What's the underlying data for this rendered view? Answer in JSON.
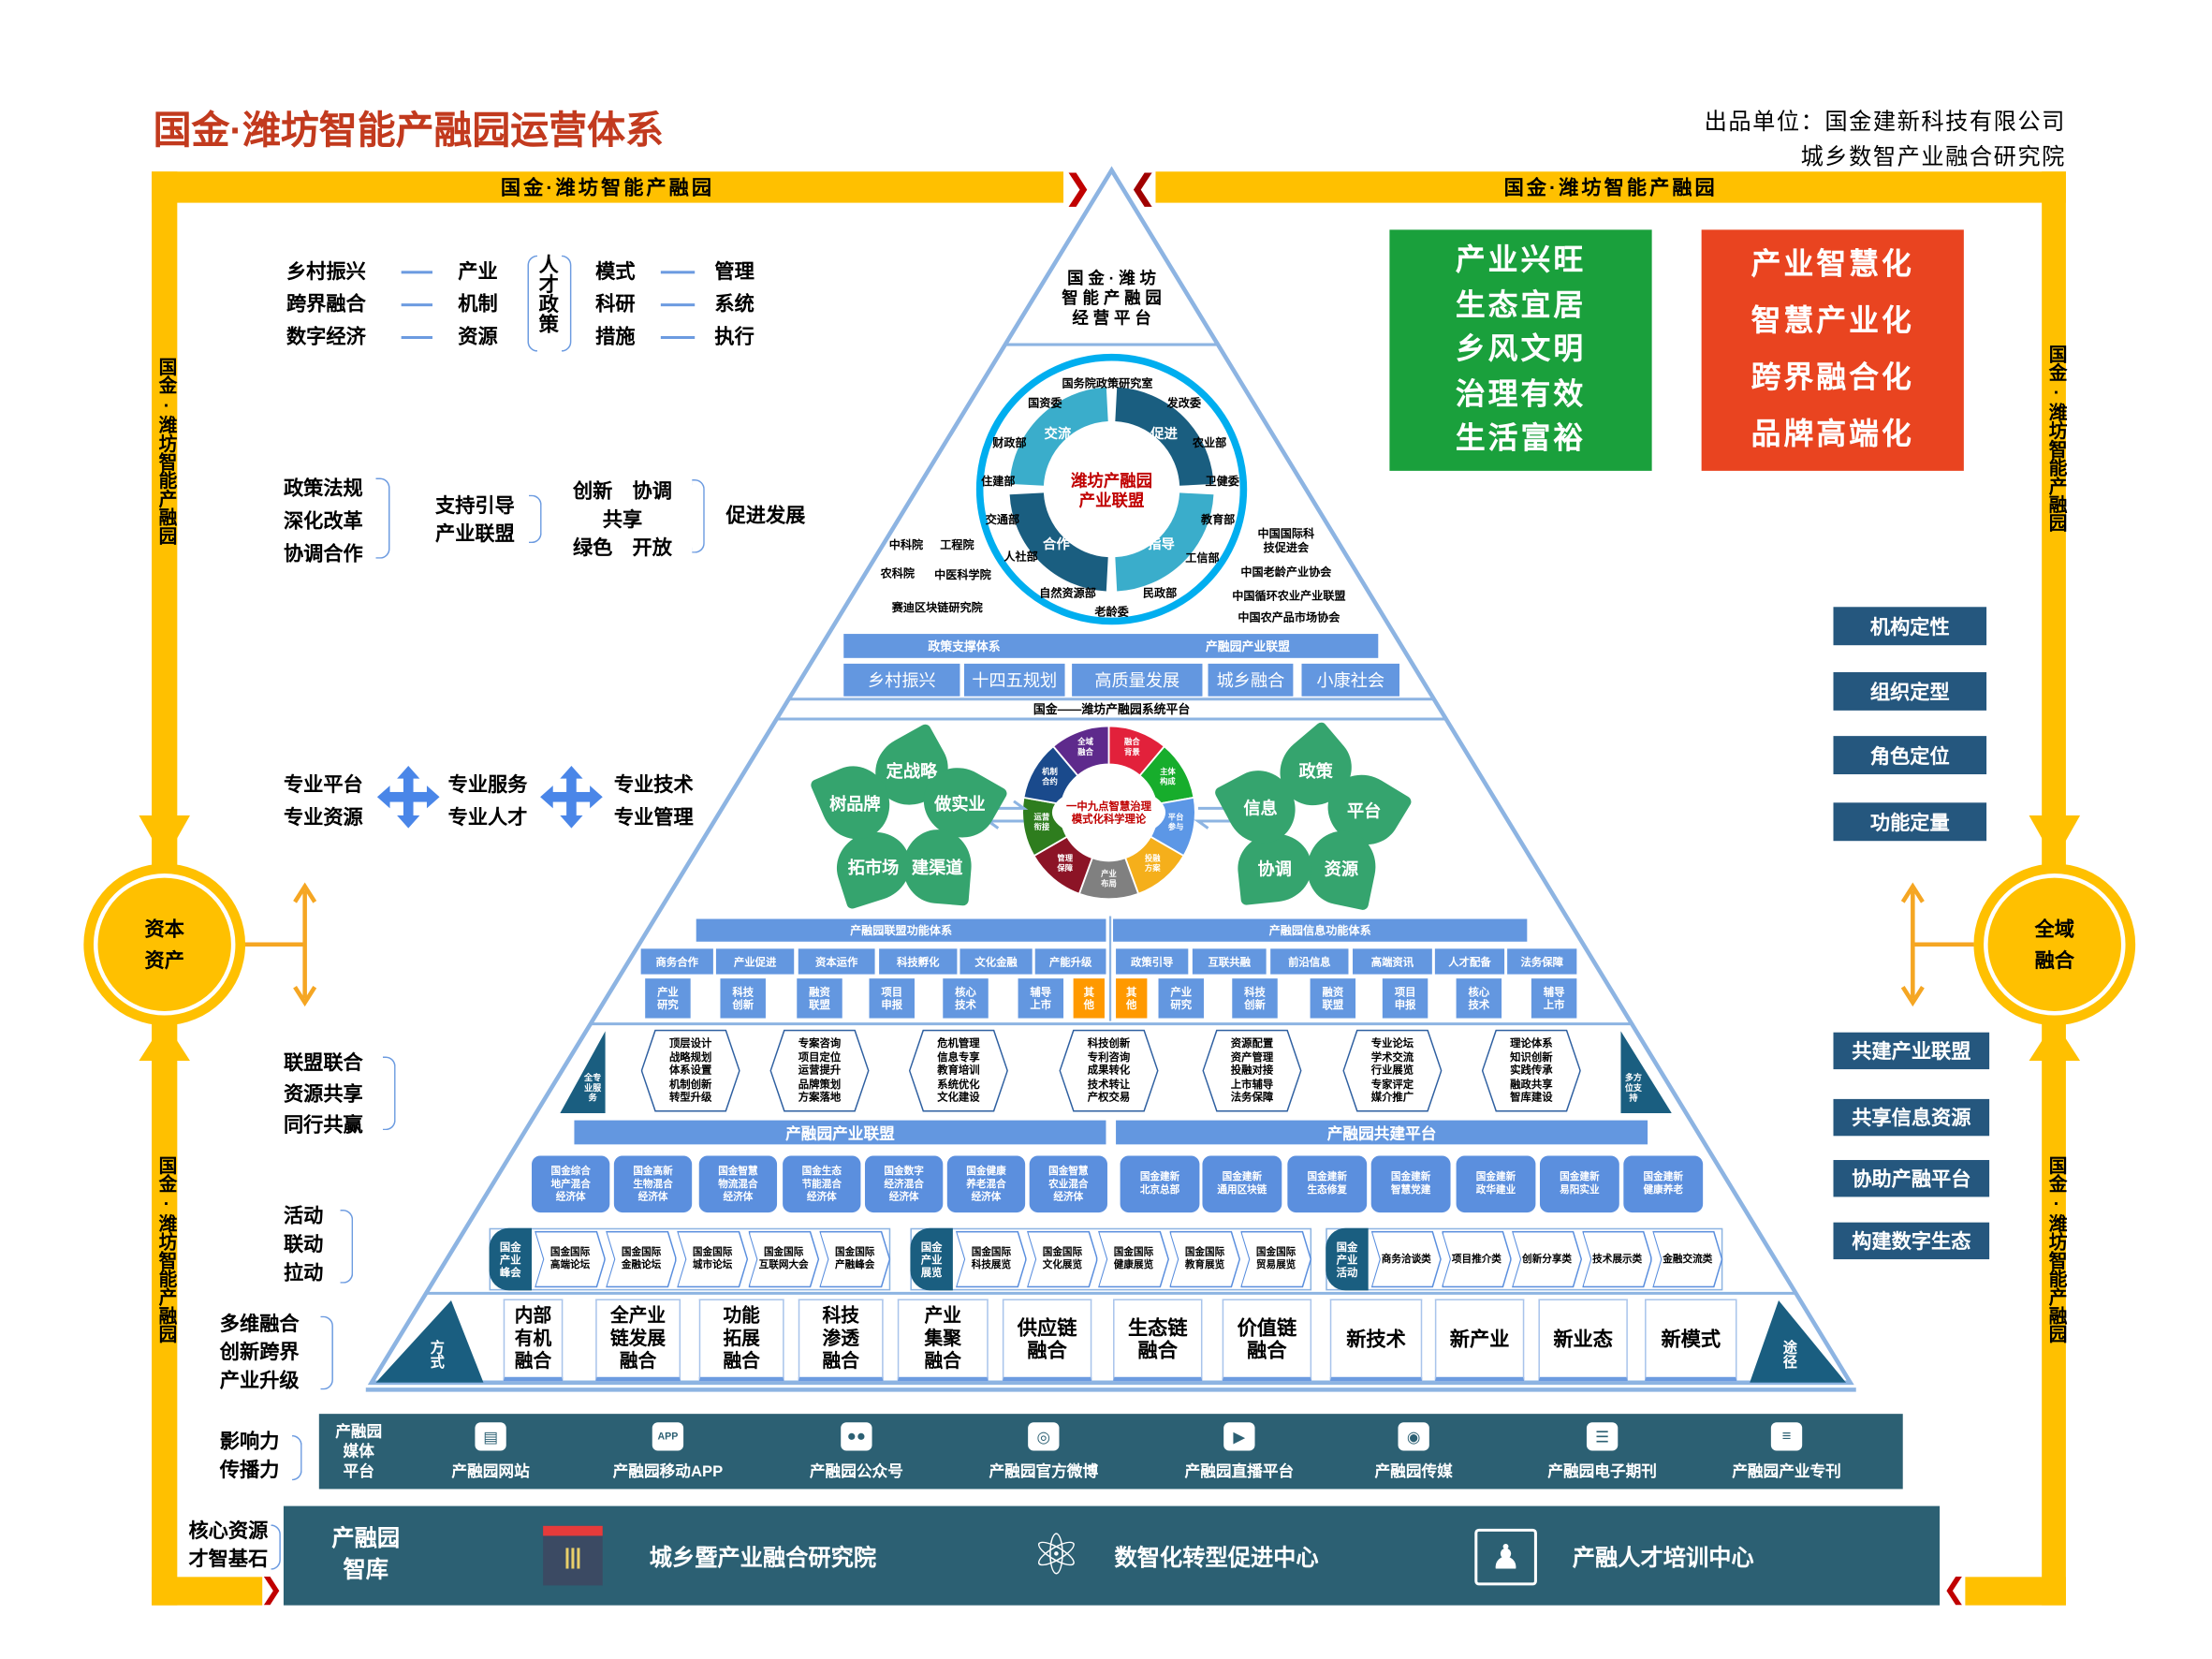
{
  "title": "国金·潍坊智能产融园运营体系",
  "producer": {
    "line1": "出品单位：国金建新科技有限公司",
    "line2": "城乡数智产业融合研究院"
  },
  "frame": {
    "top_left": "国金·潍坊智能产融园",
    "top_right": "国金·潍坊智能产融园",
    "side_left_top": "国金·潍坊智能产融园",
    "side_left_bottom": "国金·潍坊智能产融园",
    "side_right_top": "国金·潍坊智能产融园",
    "side_right_bottom": "国金·潍坊智能产融园",
    "left_circle": "资本\n资产",
    "right_circle": "全域\n融合"
  },
  "green_box": "产业兴旺\n生态宜居\n乡风文明\n治理有效\n生活富裕",
  "red_box": "产业智慧化\n智慧产业化\n跨界融合化\n品牌高端化",
  "right_tags_top": [
    "机构定性",
    "组织定型",
    "角色定位",
    "功能定量"
  ],
  "right_tags_bottom": [
    "共建产业联盟",
    "共享信息资源",
    "协助产融平台",
    "构建数字生态"
  ],
  "left": {
    "row1": {
      "a": [
        "乡村振兴",
        "跨界融合",
        "数字经济"
      ],
      "b": [
        "产业",
        "机制",
        "资源"
      ],
      "center": "人才政策",
      "c": [
        "模式",
        "科研",
        "措施"
      ],
      "d": [
        "管理",
        "系统",
        "执行"
      ]
    },
    "row2": {
      "a": [
        "政策法规",
        "深化改革",
        "协调合作"
      ],
      "b": [
        "支持引导",
        "产业联盟"
      ],
      "c": [
        "创新　协调",
        "共享",
        "绿色　开放"
      ],
      "d": "促进发展"
    },
    "row3": {
      "a": [
        "专业平台",
        "专业资源"
      ],
      "b": [
        "专业服务",
        "专业人才"
      ],
      "c": [
        "专业技术",
        "专业管理"
      ]
    },
    "row4": [
      "联盟联合",
      "资源共享",
      "同行共赢"
    ],
    "row5": [
      "活动",
      "联动",
      "拉动"
    ],
    "row6": [
      "多维融合",
      "创新跨界",
      "产业升级"
    ],
    "row7": [
      "影响力",
      "传播力"
    ],
    "row8": [
      "核心资源",
      "才智基石"
    ]
  },
  "pyramid": {
    "apex": "国 金 · 潍 坊\n智 能 产 融 园\n经 营 平 台",
    "alliance_center": "潍坊产融园\n产业联盟",
    "cycle": [
      "交流",
      "促进",
      "指导",
      "合作"
    ],
    "ring_orgs": [
      "国务院政策研究室",
      "国资委",
      "发改委",
      "财政部",
      "农业部",
      "住建部",
      "卫健委",
      "交通部",
      "教育部",
      "人社部",
      "工信部",
      "自然资源部",
      "民政部",
      "老龄委"
    ],
    "left_orgs": [
      "中科院",
      "工程院",
      "农科院",
      "中医科学院",
      "赛迪区块链研究院"
    ],
    "right_orgs": [
      "中国国际科\n技促进会",
      "中国老龄产业协会",
      "中国循环农业产业联盟",
      "中国农产品市场协会"
    ],
    "policy_bar": [
      "政策支撑体系",
      "产融园产业联盟"
    ],
    "policy_items": [
      "乡村振兴",
      "十四五规划",
      "高质量发展",
      "城乡融合",
      "小康社会"
    ],
    "system_platform": "国金——潍坊产融园系统平台",
    "left_petals": [
      "定战略",
      "做实业",
      "建渠道",
      "拓市场",
      "树品牌"
    ],
    "right_petals": [
      "政策",
      "平台",
      "资源",
      "协调",
      "信息"
    ],
    "wheel_center": "一中九点智慧治理\n模式化科学理论",
    "wheel": [
      {
        "label": "融合\n背景",
        "color": "#E2213B"
      },
      {
        "label": "主体\n构成",
        "color": "#17AD2C"
      },
      {
        "label": "平台\n参与",
        "color": "#5C97E6"
      },
      {
        "label": "投融\n方案",
        "color": "#F5AF1B"
      },
      {
        "label": "产业\n布局",
        "color": "#808080"
      },
      {
        "label": "管理\n保障",
        "color": "#8C1426"
      },
      {
        "label": "运营\n衔接",
        "color": "#2E7D1E"
      },
      {
        "label": "机制\n合约",
        "color": "#1A4A8C"
      },
      {
        "label": "全域\n融合",
        "color": "#5E2A8C"
      }
    ],
    "func_bars": [
      "产融园联盟功能体系",
      "产融园信息功能体系"
    ],
    "func_left": [
      "商务合作",
      "产业促进",
      "资本运作",
      "科技孵化",
      "文化金融",
      "产能升级"
    ],
    "func_right": [
      "政策引导",
      "互联共融",
      "前沿信息",
      "高端资讯",
      "人才配备",
      "法务保障"
    ],
    "svc_left": [
      "产业\n研究",
      "科技\n创新",
      "融资\n联盟",
      "项目\n申报",
      "核心\n技术",
      "辅导\n上市",
      "其\n他"
    ],
    "svc_right": [
      "其\n他",
      "产业\n研究",
      "科技\n创新",
      "融资\n联盟",
      "项目\n申报",
      "核心\n技术",
      "辅导\n上市"
    ],
    "hex_left_tag": "全专业服务",
    "hex_right_tag": "多方位支持",
    "hexes": [
      "顶层设计\n战略规划\n体系设置\n机制创新\n转型升级",
      "专案咨询\n项目定位\n运营提升\n品牌策划\n方案落地",
      "危机管理\n信息专享\n教育培训\n系统优化\n文化建设",
      "科技创新\n专利咨询\n成果转化\n技术转让\n产权交易",
      "资源配置\n资产管理\n投融对接\n上市辅导\n法务保障",
      "专业论坛\n学术交流\n行业展览\n专家评定\n媒介推广",
      "理论体系\n知识创新\n实践传承\n融政共享\n智库建设"
    ],
    "alliance_bars": [
      "产融园产业联盟",
      "产融园共建平台"
    ],
    "entities": [
      "国金综合\n地产混合\n经济体",
      "国金高新\n生物混合\n经济体",
      "国金智慧\n物流混合\n经济体",
      "国金生态\n节能混合\n经济体",
      "国金数字\n经济混合\n经济体",
      "国金健康\n养老混合\n经济体",
      "国金智慧\n农业混合\n经济体",
      "国金建新\n北京总部",
      "国金建新\n通用区块链",
      "国金建新\n生态修复",
      "国金建新\n智慧党建",
      "国金建新\n政华建业",
      "国金建新\n易阳实业",
      "国金建新\n健康养老"
    ],
    "events": [
      {
        "tag": "国金\n产业\n峰会",
        "items": [
          "国金国际\n高端论坛",
          "国金国际\n金融论坛",
          "国金国际\n城市论坛",
          "国金国际\n互联网大会",
          "国金国际\n产融峰会"
        ]
      },
      {
        "tag": "国金\n产业\n展览",
        "items": [
          "国金国际\n科技展览",
          "国金国际\n文化展览",
          "国金国际\n健康展览",
          "国金国际\n教育展览",
          "国金国际\n贸易展览"
        ]
      },
      {
        "tag": "国金\n产业\n活动",
        "items": [
          "商务洽谈类",
          "项目推介类",
          "创新分享类",
          "技术展示类",
          "金融交流类"
        ]
      }
    ],
    "fusion_tag_left": "方式",
    "fusion_tag_right": "途径",
    "fusion": [
      "内部\n有机\n融合",
      "全产业\n链发展\n融合",
      "功能\n拓展\n融合",
      "科技\n渗透\n融合",
      "产业\n集聚\n融合",
      "供应链\n融合",
      "生态链\n融合",
      "价值链\n融合",
      "新技术",
      "新产业",
      "新业态",
      "新模式"
    ]
  },
  "media": {
    "label": "产融园\n媒体\n平台",
    "items": [
      {
        "label": "产融园网站",
        "icon": "monitor-icon"
      },
      {
        "label": "产融园移动APP",
        "icon": "app-icon",
        "glyph": "APP"
      },
      {
        "label": "产融园公众号",
        "icon": "wechat-icon"
      },
      {
        "label": "产融园官方微博",
        "icon": "weibo-icon"
      },
      {
        "label": "产融园直播平台",
        "icon": "live-tv-icon"
      },
      {
        "label": "产融园传媒",
        "icon": "camera-icon"
      },
      {
        "label": "产融园电子期刊",
        "icon": "ejournal-icon"
      },
      {
        "label": "产融园产业专刊",
        "icon": "journal-icon"
      }
    ]
  },
  "thinktank": {
    "label": "产融园\n智库",
    "items": [
      {
        "label": "城乡暨产业融合研究院",
        "icon": "institute-building-icon"
      },
      {
        "label": "数智化转型促进中心",
        "icon": "atom-icon"
      },
      {
        "label": "产融人才培训中心",
        "icon": "trainer-board-icon"
      }
    ]
  },
  "colors": {
    "yellow": "#FFC000",
    "title_red": "#C23A1E",
    "blue": "#6397E0",
    "teal": "#2C6073",
    "green": "#1AA03C",
    "red": "#E94420",
    "tag": "#25577E"
  }
}
